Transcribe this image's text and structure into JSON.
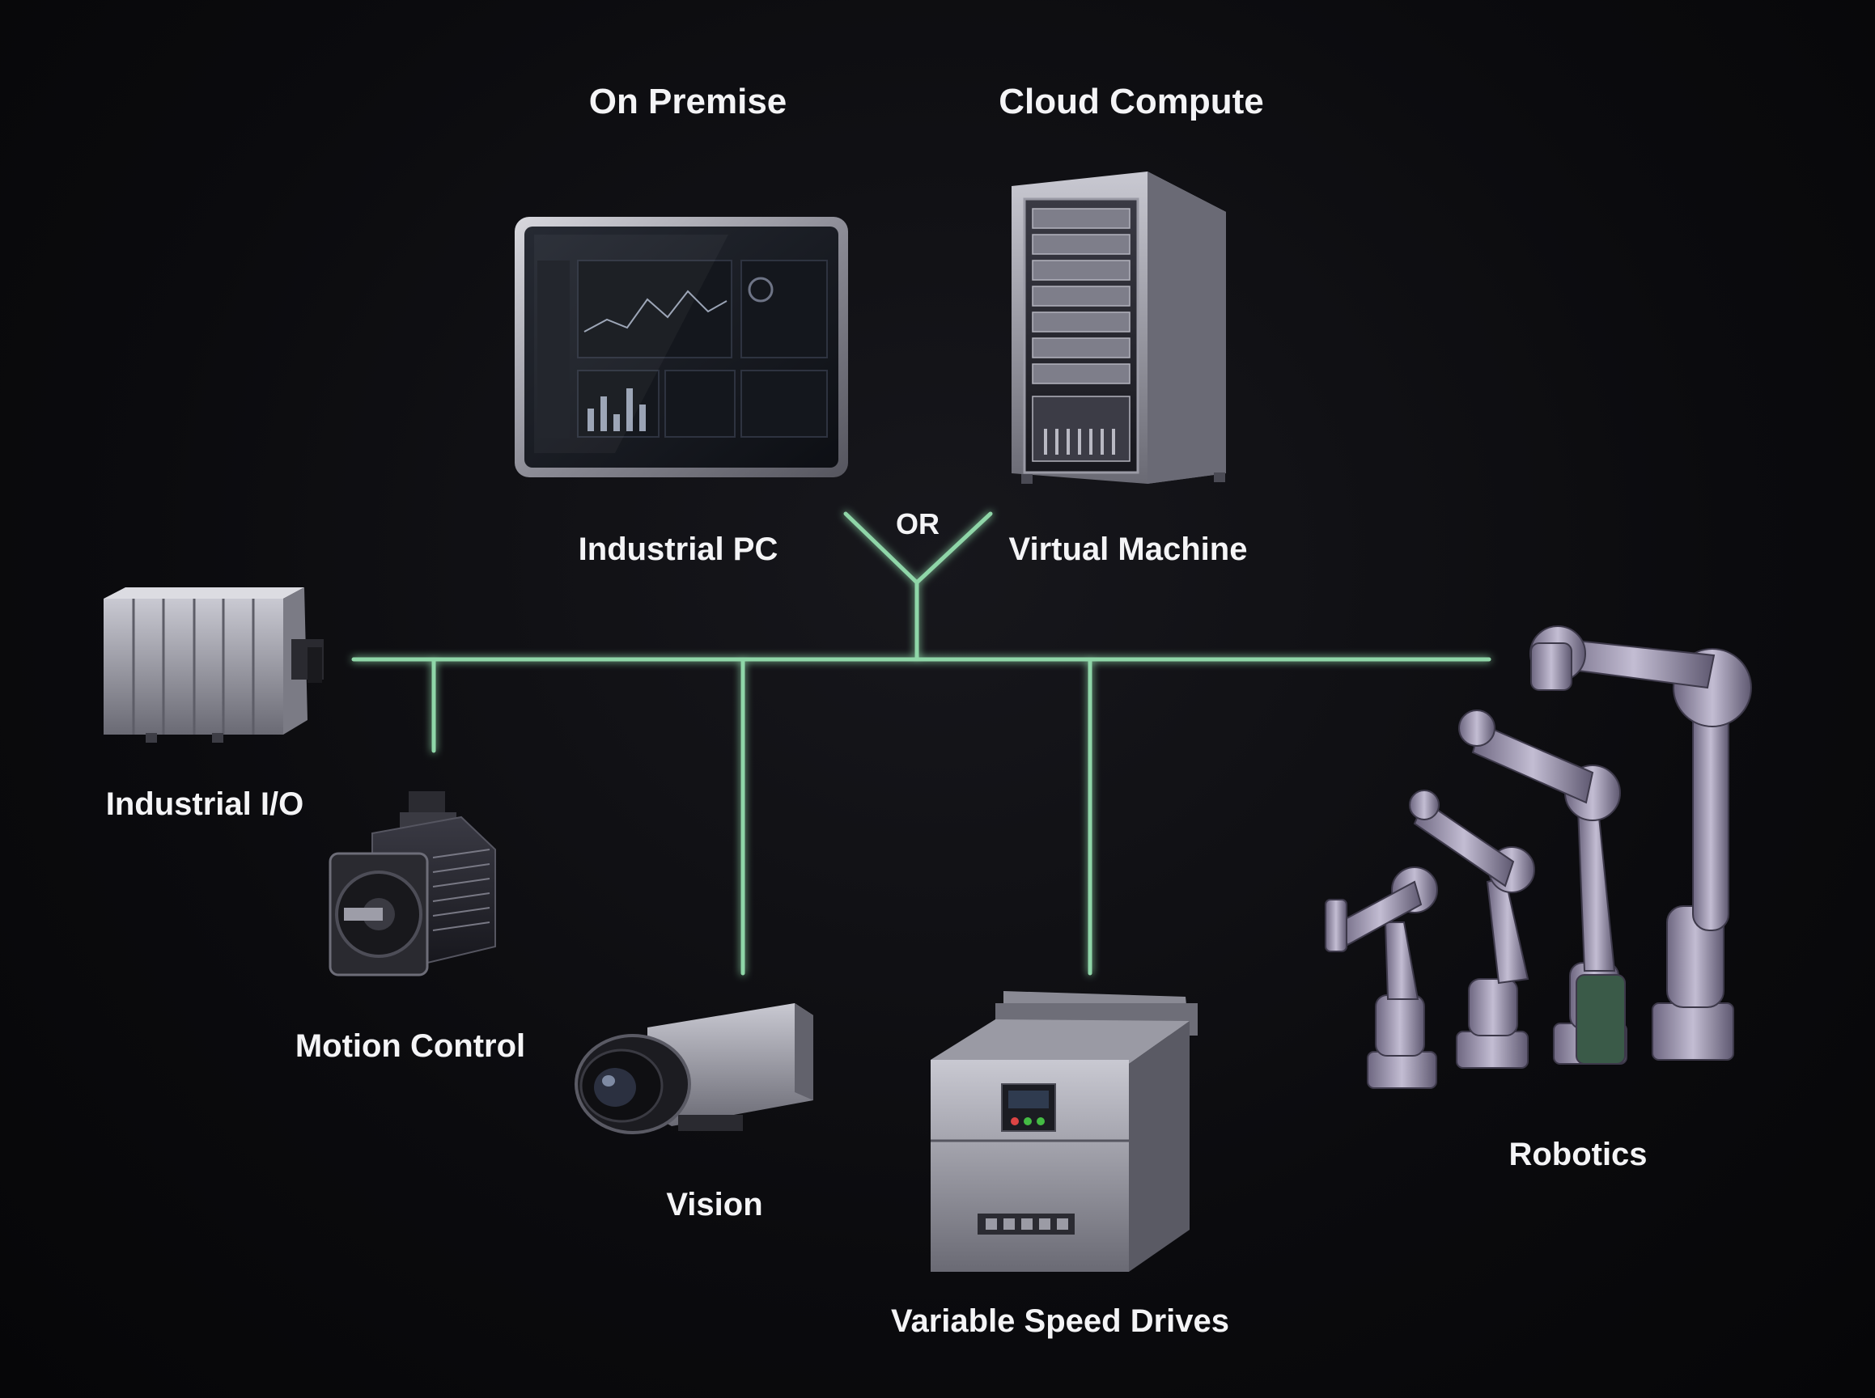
{
  "headers": {
    "on_premise": "On Premise",
    "cloud_compute": "Cloud Compute"
  },
  "labels": {
    "industrial_pc": "Industrial PC",
    "or": "OR",
    "virtual_machine": "Virtual Machine",
    "industrial_io": "Industrial I/O",
    "motion_control": "Motion Control",
    "vision": "Vision",
    "variable_speed_drives": "Variable Speed Drives",
    "robotics": "Robotics"
  },
  "colors": {
    "network_line": "#8fd6a8",
    "background": "#0b0b0e",
    "text": "#f4f4f6"
  },
  "icons": [
    "industrial-pc-icon",
    "server-rack-icon",
    "io-module-icon",
    "servo-motor-icon",
    "camera-icon",
    "vfd-drive-icon",
    "robot-arm-icon"
  ]
}
